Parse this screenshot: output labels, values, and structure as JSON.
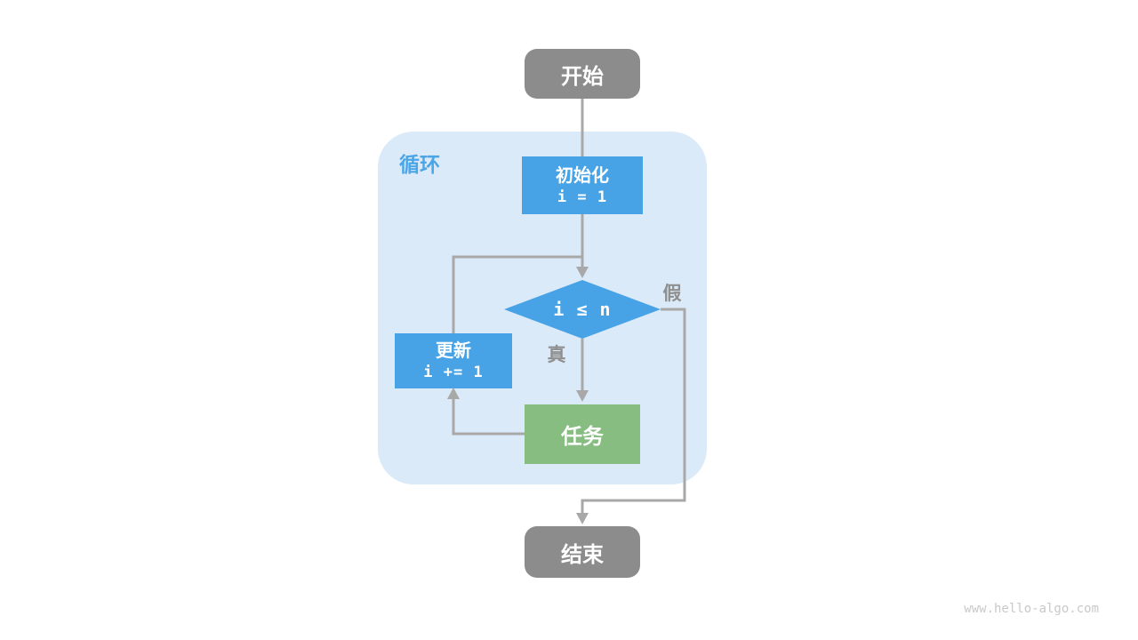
{
  "colors": {
    "background": "#ffffff",
    "node_blue": "#47A3E5",
    "node_green": "#87BD81",
    "node_gray": "#8C8C8C",
    "edge_gray": "#A8A8A8",
    "loop_background": "#DBEAF8",
    "loop_label_blue": "#4BA6E8",
    "branch_label_gray": "#8F8F8F",
    "node_text": "#FFFFFF",
    "watermark_gray": "#C9C9C9"
  },
  "diagram": {
    "loop_label": "循环",
    "nodes": {
      "start": {
        "label": "开始"
      },
      "init": {
        "title": "初始化",
        "code": "i = 1"
      },
      "condition": {
        "code": "i ≤ n"
      },
      "update": {
        "title": "更新",
        "code": "i += 1"
      },
      "task": {
        "label": "任务"
      },
      "end": {
        "label": "结束"
      }
    },
    "branch_labels": {
      "true": "真",
      "false": "假"
    }
  },
  "footer": {
    "watermark": "www.hello-algo.com"
  }
}
